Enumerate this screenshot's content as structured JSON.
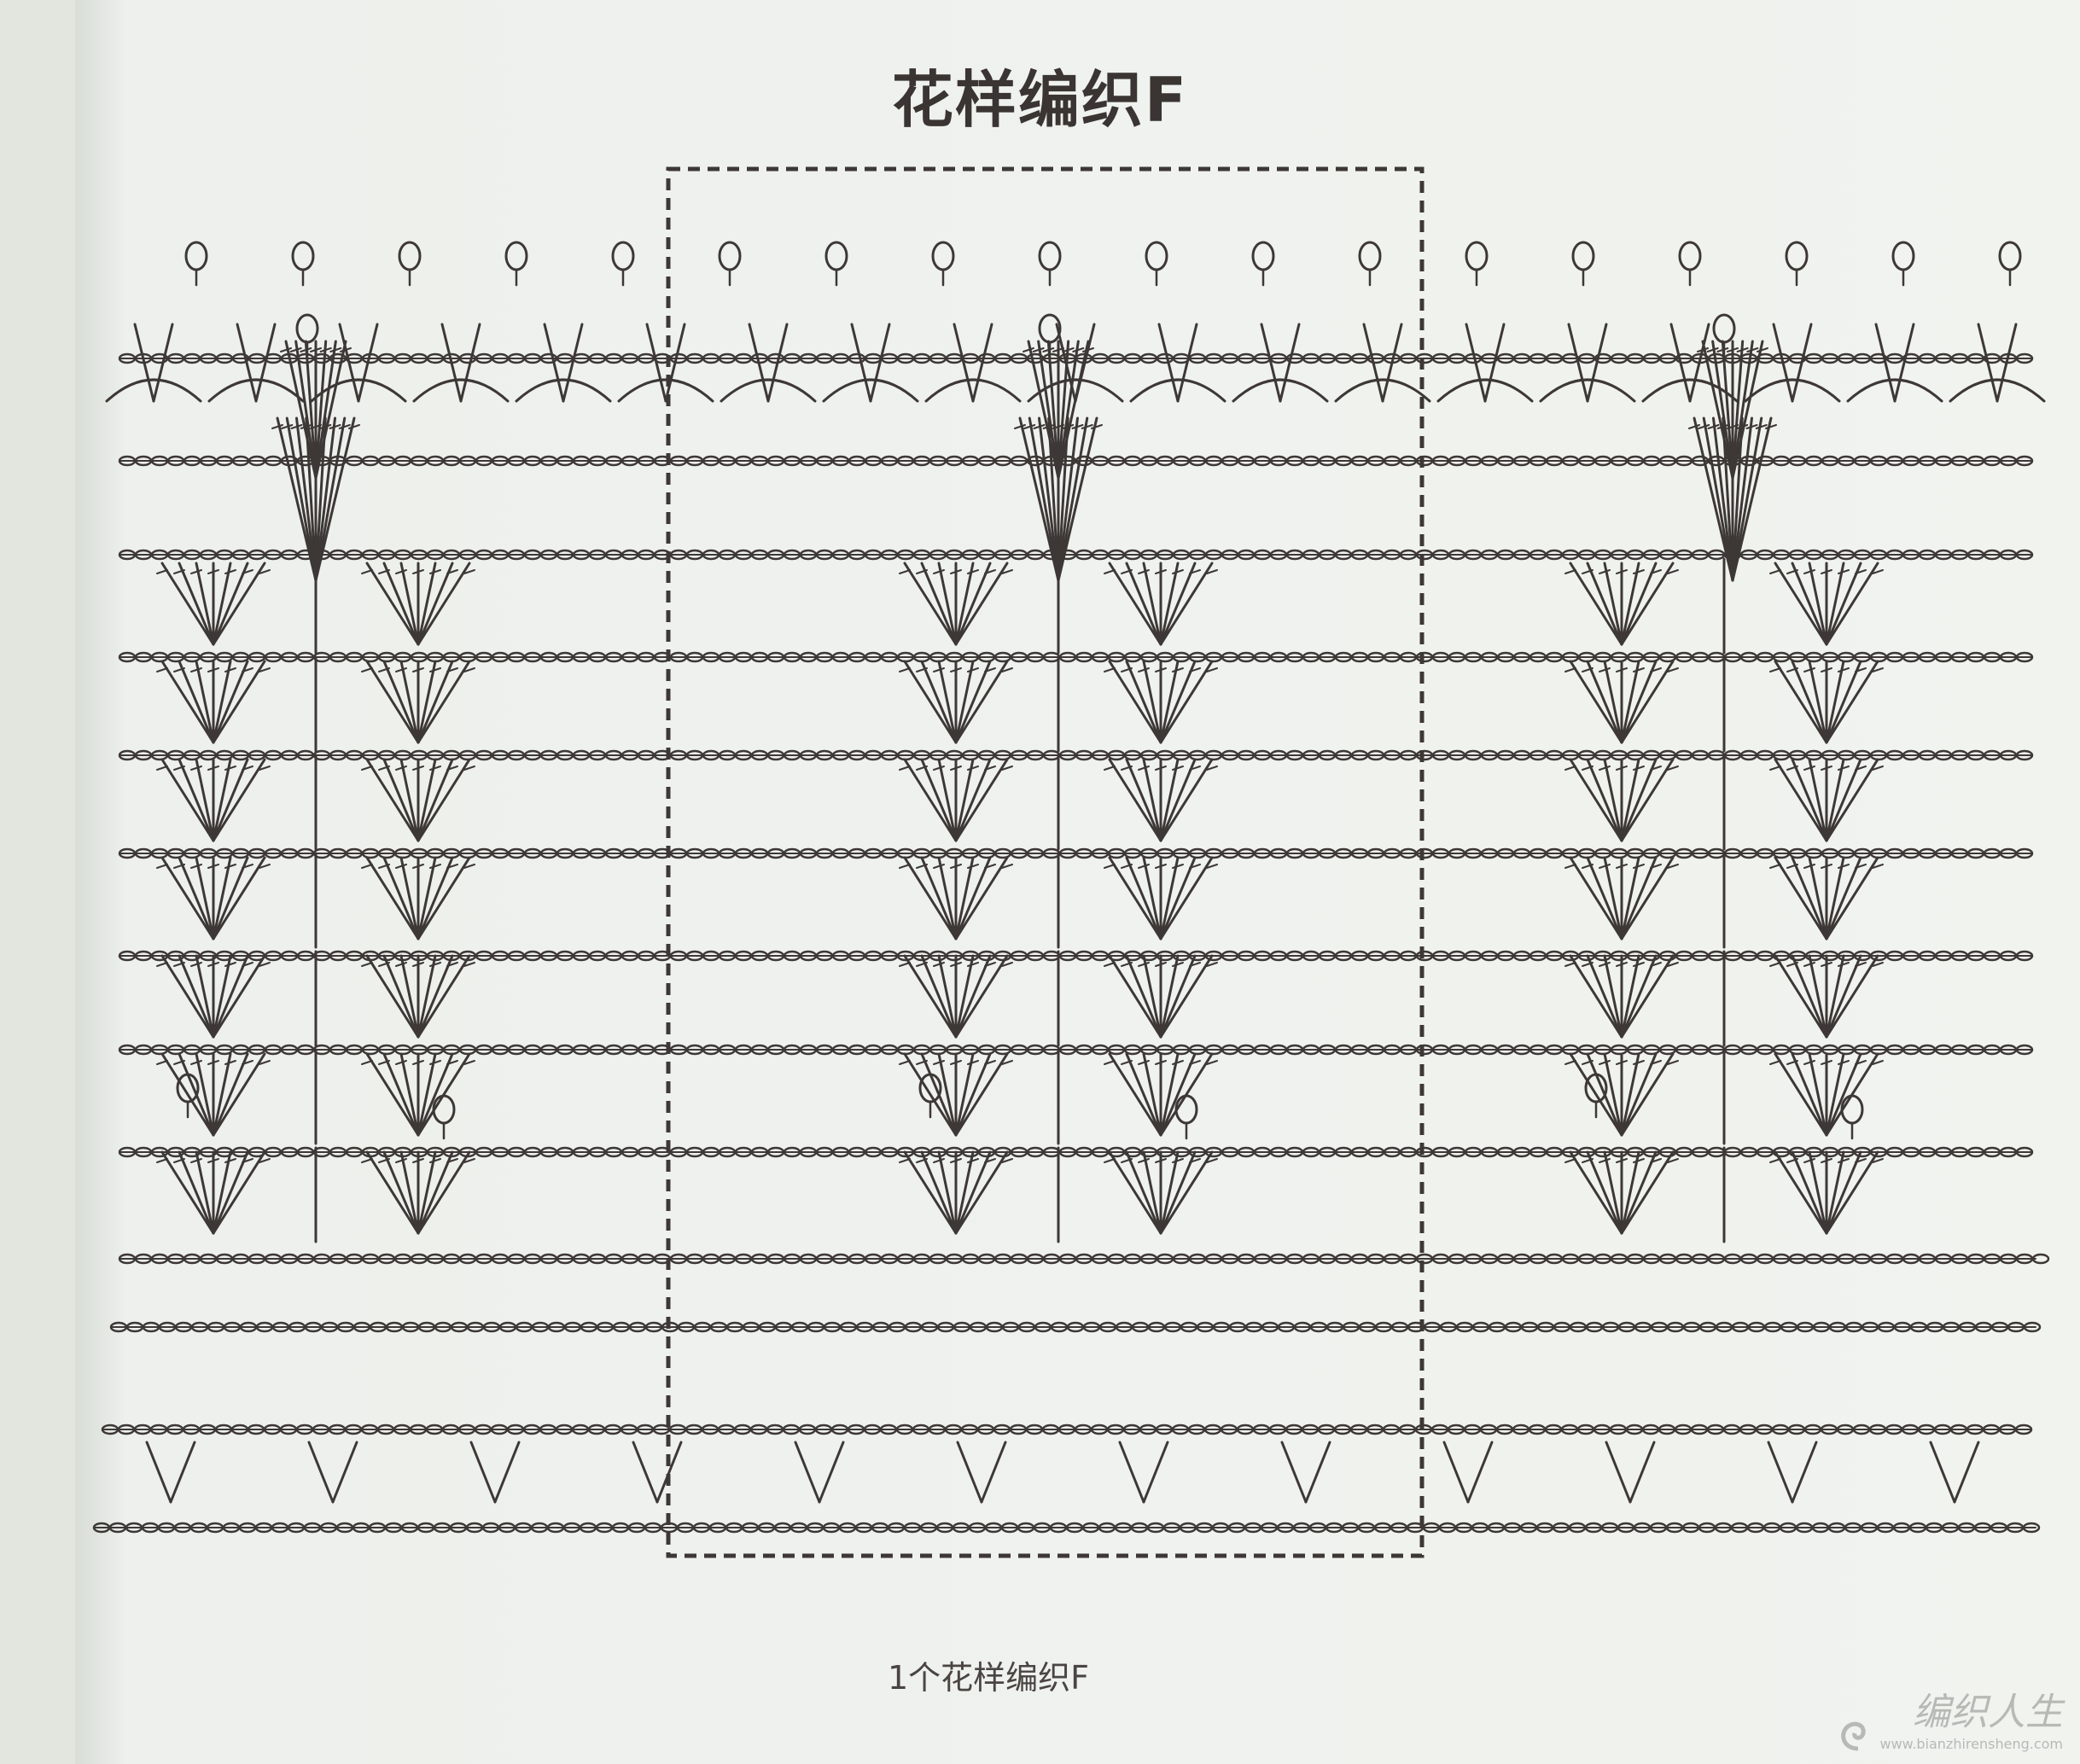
{
  "diagram": {
    "title": "花样编织F",
    "repeat_label": "1个花样编织F",
    "ink_color": "#3d3836",
    "paper_color": "#eef1ec",
    "dashed_box_color": "#3d3836"
  },
  "watermark": {
    "name": "编织人生",
    "url": "www.bianzhirensheng.com",
    "logo": "spiral-logo-icon"
  }
}
